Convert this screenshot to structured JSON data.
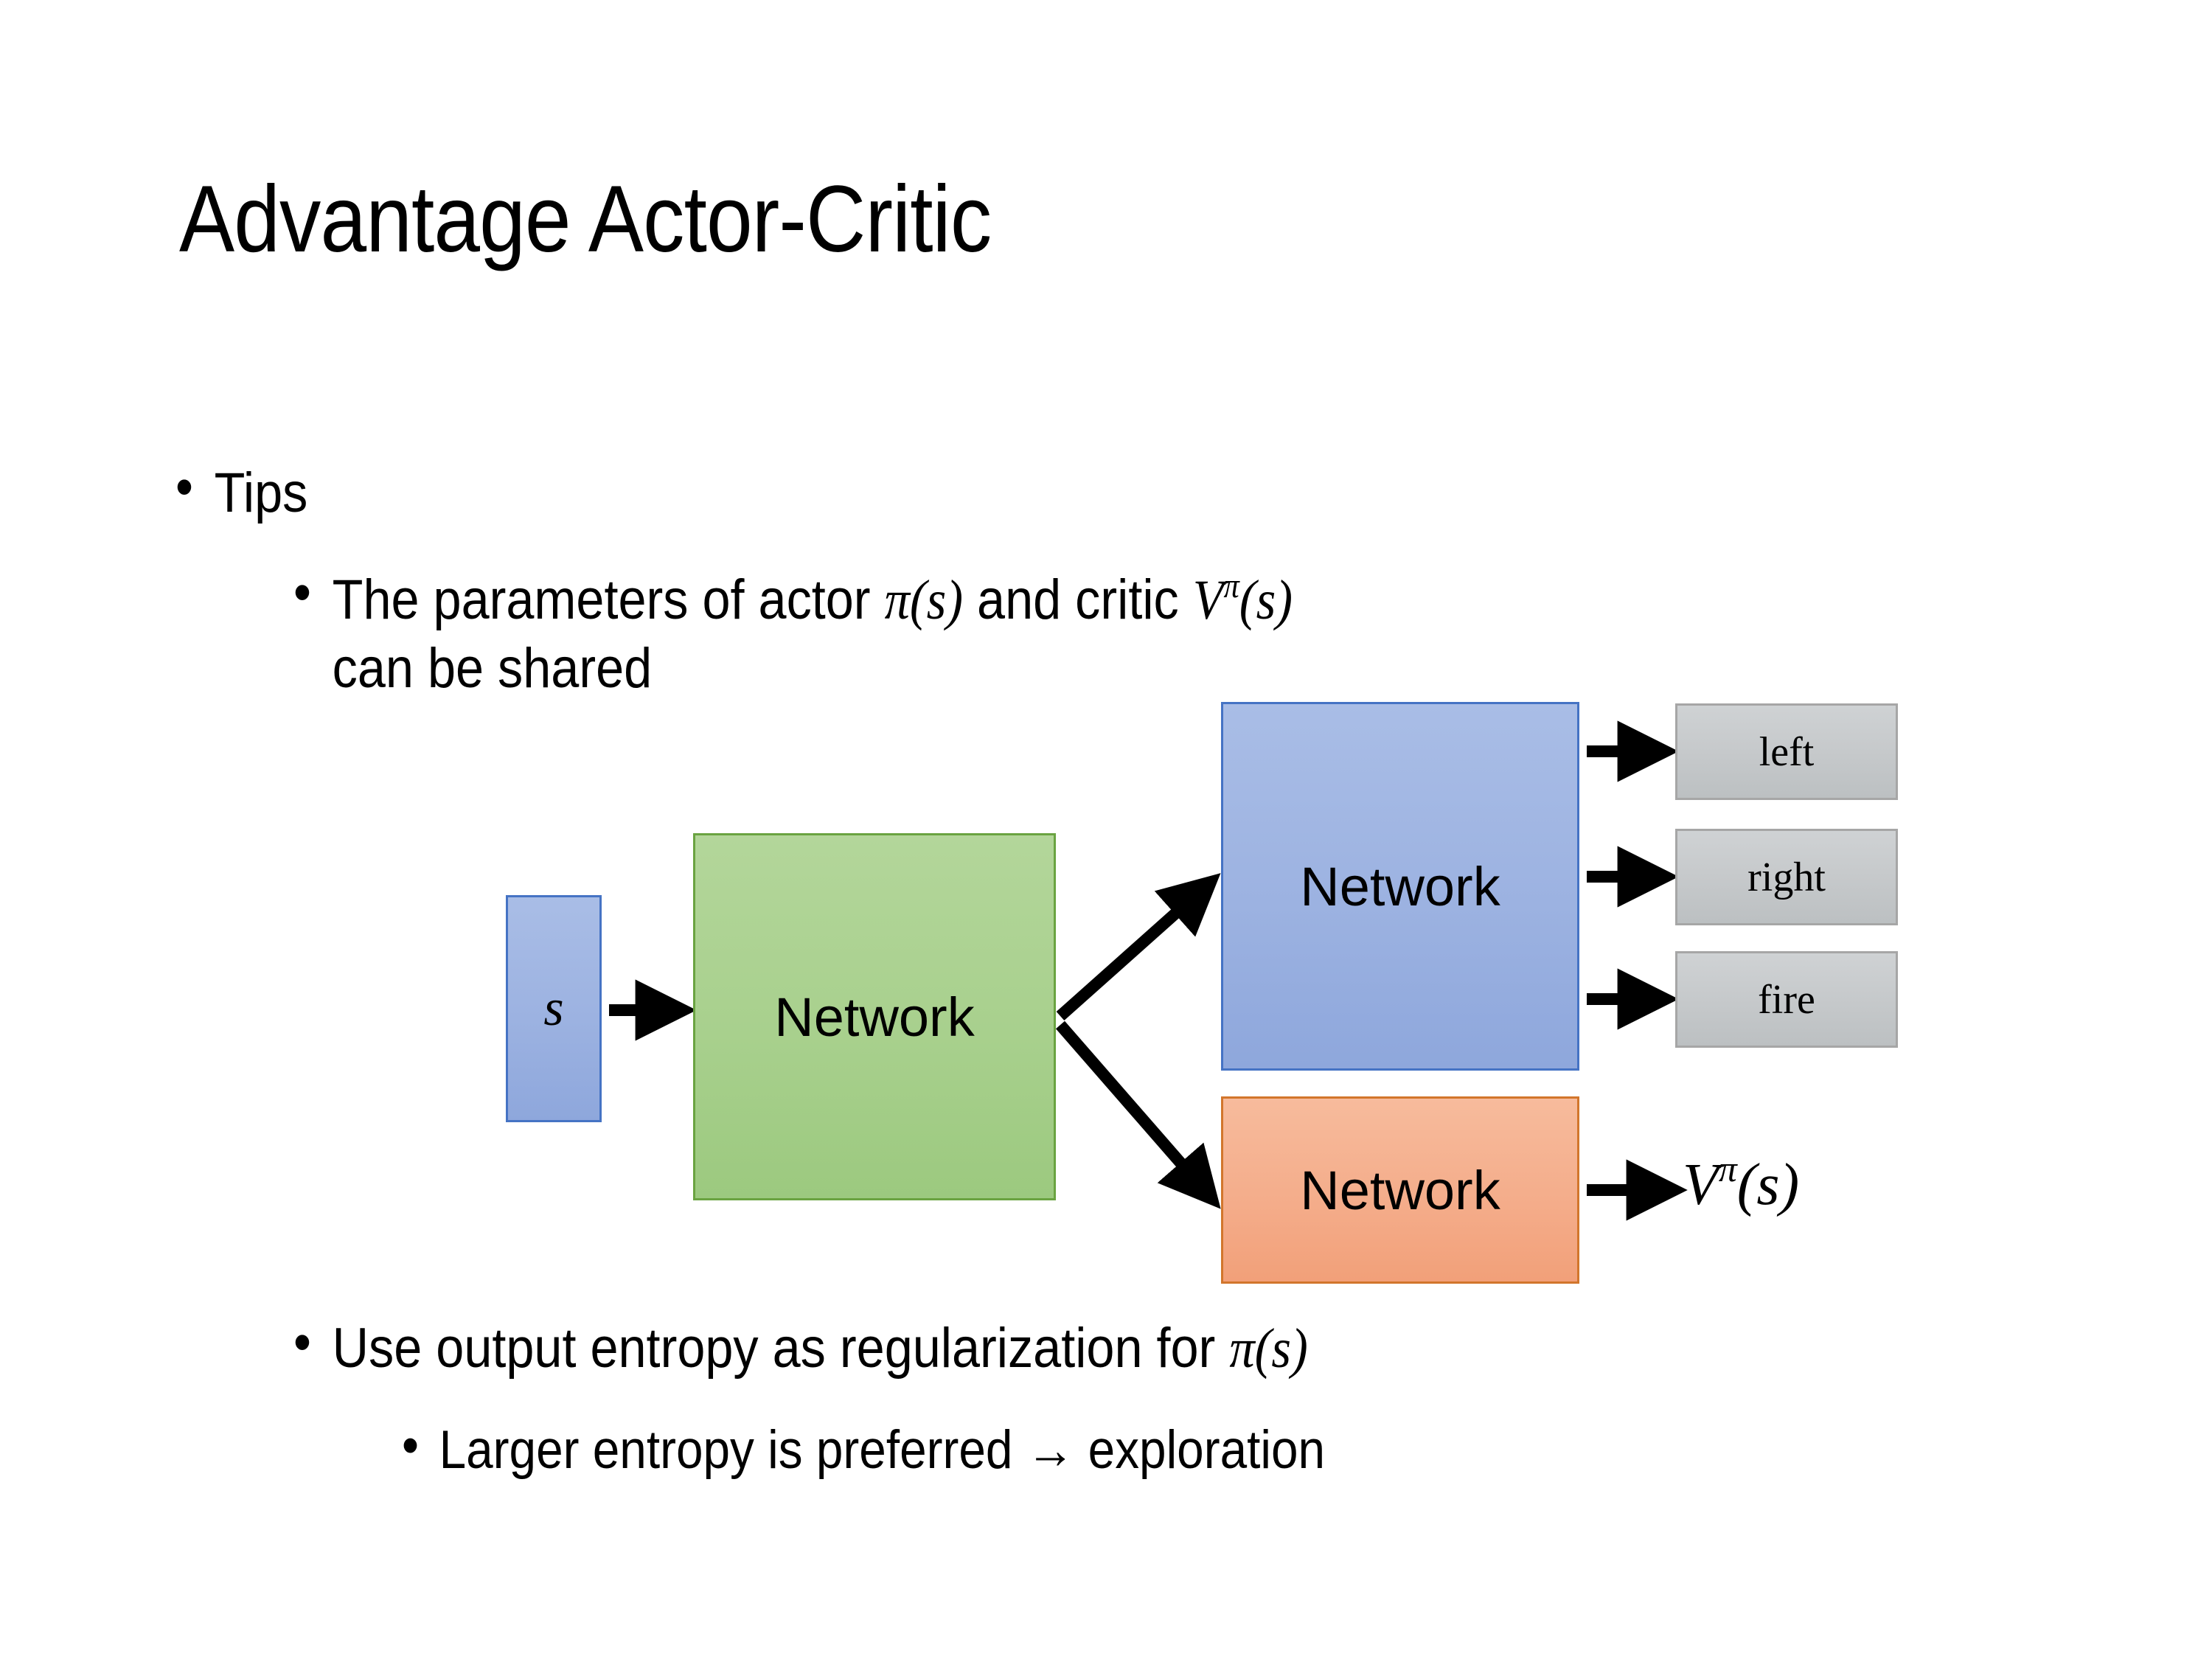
{
  "slide": {
    "title": "Advantage Actor-Critic",
    "background": "#ffffff"
  },
  "bullets": {
    "tips": {
      "marker": "•",
      "text": "Tips"
    },
    "parameters": {
      "marker": "•",
      "text_part1": "The parameters of actor ",
      "math_pi_s": "π(s)",
      "text_part2": "  and critic ",
      "math_v_pi_s_V": "V",
      "math_v_pi_s_sup": "π",
      "math_v_pi_s_arg": "(s)",
      "text_line2": "can be shared",
      "full_text": "The parameters of actor π(s)  and critic Vπ(s) can be shared"
    },
    "entropy": {
      "marker": "•",
      "text_part1": "Use output entropy as regularization for ",
      "math_pi_s": "π(s)",
      "full_text": "Use output entropy as regularization for π(s)"
    },
    "exploration": {
      "marker": "•",
      "text": "Larger entropy is preferred → exploration"
    }
  },
  "diagram": {
    "state_box": {
      "label": "s",
      "fill": "#9cb2e1",
      "border": "#4573c4"
    },
    "shared_network": {
      "label": "Network",
      "fill": "#a8d08d",
      "border": "#6aa341"
    },
    "actor_network": {
      "label": "Network",
      "fill": "#9cb2e1",
      "border": "#4573c4"
    },
    "critic_network": {
      "label": "Network",
      "fill": "#f4ad8b",
      "border": "#d2762c"
    },
    "action_outputs": [
      {
        "label": "left",
        "fill": "#c6c9cb",
        "border": "#a6a6a6"
      },
      {
        "label": "right",
        "fill": "#c6c9cb",
        "border": "#a6a6a6"
      },
      {
        "label": "fire",
        "fill": "#c6c9cb",
        "border": "#a6a6a6"
      }
    ],
    "critic_output": {
      "symbol_V": "V",
      "symbol_sup": "π",
      "symbol_arg": "(s)",
      "full": "Vπ(s)"
    },
    "arrow_color": "#000000"
  }
}
